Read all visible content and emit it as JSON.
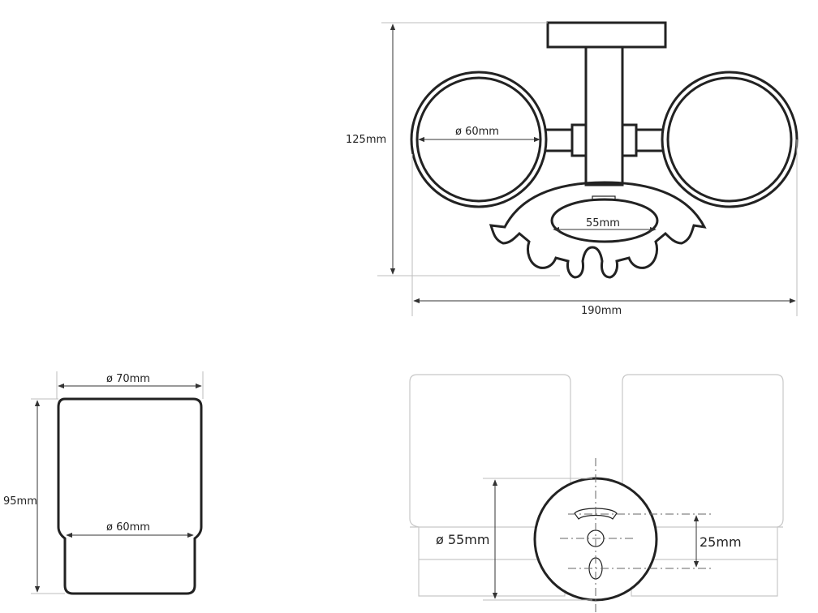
{
  "labels": {
    "top_height": "125mm",
    "top_ring": "ø 60mm",
    "top_center": "55mm",
    "top_width": "190mm",
    "cup_top": "ø 70mm",
    "cup_height": "95mm",
    "cup_bottom": "ø 60mm",
    "front_holder": "ø 55mm",
    "front_spacing": "25mm"
  },
  "colors": {
    "line": "#222222",
    "light_line": "#c7c7c7"
  }
}
